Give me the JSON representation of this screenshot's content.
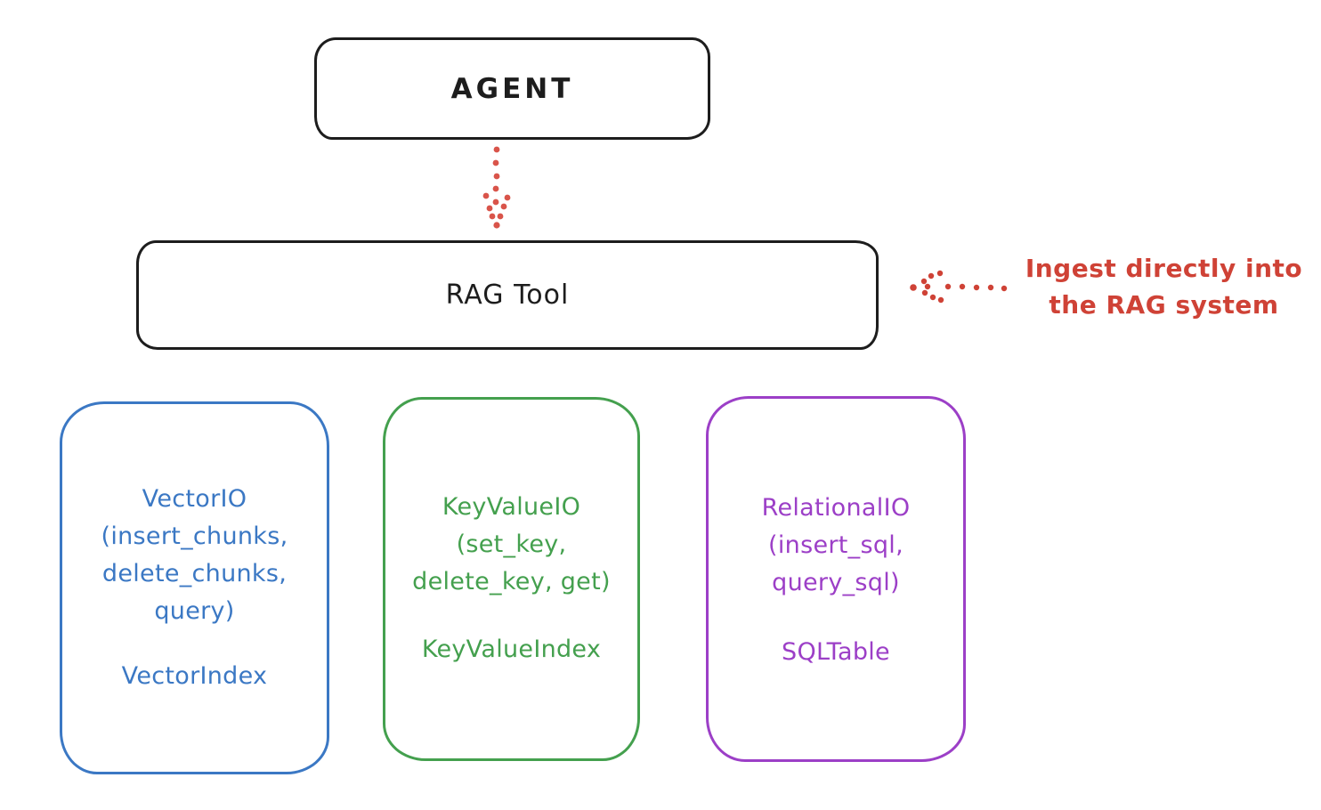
{
  "agent": {
    "label": "AGENT"
  },
  "rag_tool": {
    "label": "RAG Tool"
  },
  "annotation": {
    "line1": "Ingest directly into",
    "line2": "the RAG system",
    "color": "#cf4236"
  },
  "arrows": [
    {
      "name": "agent-to-rag-tool",
      "style": "dotted",
      "direction": "down",
      "color": "#d9544a"
    },
    {
      "name": "annotation-to-rag-tool",
      "style": "dotted",
      "direction": "left",
      "color": "#cf4236"
    }
  ],
  "boxes": [
    {
      "name": "vector-io",
      "color": "#3b78c4",
      "lines": [
        "VectorIO",
        "(insert_chunks,",
        "delete_chunks,",
        "query)"
      ],
      "footer": "VectorIndex"
    },
    {
      "name": "key-value-io",
      "color": "#44a04e",
      "lines": [
        "KeyValueIO",
        "(set_key,",
        "delete_key, get)"
      ],
      "footer": "KeyValueIndex"
    },
    {
      "name": "relational-io",
      "color": "#9c3fc7",
      "lines": [
        "RelationalIO",
        "(insert_sql,",
        "query_sql)"
      ],
      "footer": "SQLTable"
    }
  ]
}
